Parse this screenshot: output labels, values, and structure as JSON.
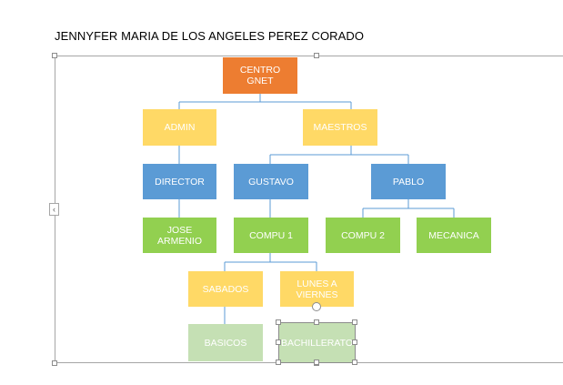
{
  "document": {
    "title": "JENNYFER MARIA DE LOS ANGELES PEREZ CORADO"
  },
  "diagram": {
    "connector_color": "#5B9BD5",
    "nodes": {
      "centro_gnet": "CENTRO GNET",
      "admin": "ADMIN",
      "maestros": "MAESTROS",
      "director": "DIRECTOR",
      "gustavo": "GUSTAVO",
      "pablo": "PABLO",
      "jose_armenio": "JOSE ARMENIO",
      "compu_1": "COMPU 1",
      "compu_2": "COMPU 2",
      "mecanica": "MECANICA",
      "sabados": "SABADOS",
      "lunes_a_viernes": "LUNES A VIERNES",
      "basicos": "BASICOS",
      "bachillerato": "BACHILLERATO"
    },
    "colors": {
      "orange": "#ED7D31",
      "yellow": "#FFD966",
      "blue": "#5B9BD5",
      "green": "#92D050",
      "light_green": "#C5E0B4"
    },
    "selected_node": "bachillerato",
    "expand_icon": "chevron-left-icon"
  }
}
